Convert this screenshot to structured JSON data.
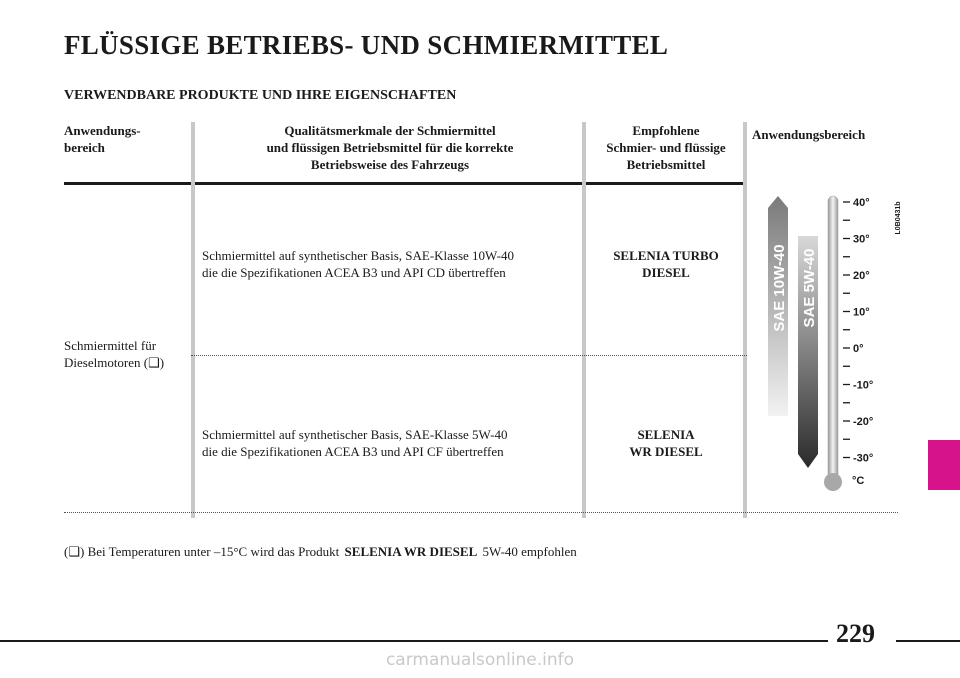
{
  "title": "FLÜSSIGE BETRIEBS- UND SCHMIERMITTEL",
  "subtitle": "VERWENDBARE PRODUKTE UND IHRE EIGENSCHAFTEN",
  "headers": {
    "application": [
      "Anwendungs-",
      "bereich"
    ],
    "quality": [
      "Qualitätsmerkmale der Schmiermittel",
      "und flüssigen Betriebsmittel für die korrekte",
      "Betriebsweise des Fahrzeugs"
    ],
    "products": [
      "Empfohlene",
      "Schmier- und flüssige",
      "Betriebsmittel"
    ],
    "range": "Anwendungsbereich"
  },
  "application_text": [
    "Schmiermittel für",
    "Dieselmotoren (❑)"
  ],
  "rows": [
    {
      "spec": [
        "Schmiermittel auf synthetischer Basis, SAE-Klasse 10W-40",
        "die die Spezifikationen ACEA B3 und API CD übertreffen"
      ],
      "product": [
        "SELENIA TURBO",
        "DIESEL"
      ]
    },
    {
      "spec": [
        "Schmiermittel auf synthetischer Basis, SAE-Klasse 5W-40",
        "die die Spezifikationen ACEA B3 und API CF übertreffen"
      ],
      "product": [
        "SELENIA",
        "WR DIESEL"
      ]
    }
  ],
  "chart": {
    "figure_code": "L0B0431b",
    "unit": "°C",
    "ticks": [
      "40°",
      "30°",
      "20°",
      "10°",
      "0°",
      "-10°",
      "-20°",
      "-30°"
    ],
    "bands": [
      "SAE 10W-40",
      "SAE 5W-40"
    ]
  },
  "footnote": {
    "prefix": "(❑) Bei Temperaturen unter –15°C wird das Produkt",
    "product": "SELENIA WR DIESEL",
    "suffix": "5W-40  empfohlen"
  },
  "page_number": "229",
  "watermark": "carmanualsonline.info",
  "colors": {
    "tab": "#d6138a",
    "text": "#1a1a1a",
    "divider": "#c8c8c8"
  }
}
